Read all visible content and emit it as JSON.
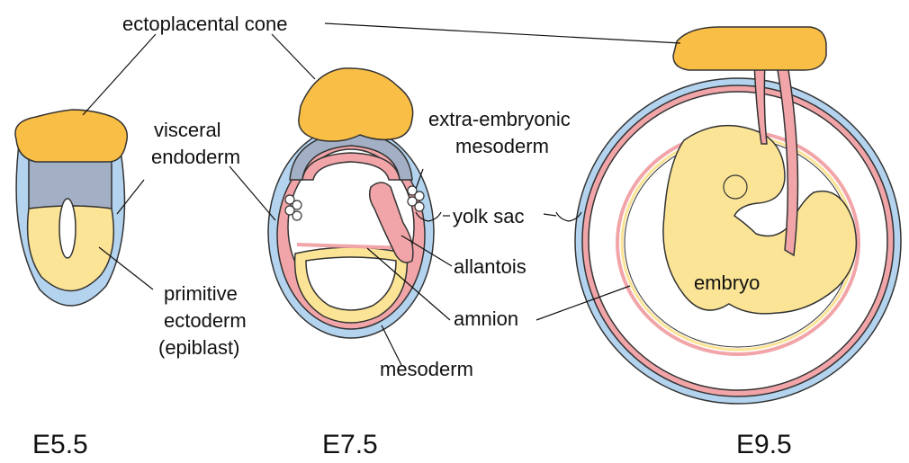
{
  "labels": {
    "ectoplacental_cone": "ectoplacental cone",
    "visceral_endoderm_1": "visceral",
    "visceral_endoderm_2": "endoderm",
    "primitive_ectoderm_1": "primitive",
    "primitive_ectoderm_2": "ectoderm",
    "primitive_ectoderm_3": "(epiblast)",
    "extra_embryonic_1": "extra-embryonic",
    "extra_embryonic_2": "mesoderm",
    "yolk_sac": "yolk sac",
    "allantois": "allantois",
    "amnion": "amnion",
    "mesoderm": "mesoderm",
    "embryo": "embryo"
  },
  "stages": {
    "e55": "E5.5",
    "e75": "E7.5",
    "e95": "E9.5"
  },
  "colors": {
    "ectoplacental": "#f9be45",
    "visceral_endoderm": "#b3d3ee",
    "extraembryonic_ectoderm": "#a3afc4",
    "epiblast": "#fbe495",
    "mesoderm": "#f1a5a8",
    "outline": "#333333"
  }
}
